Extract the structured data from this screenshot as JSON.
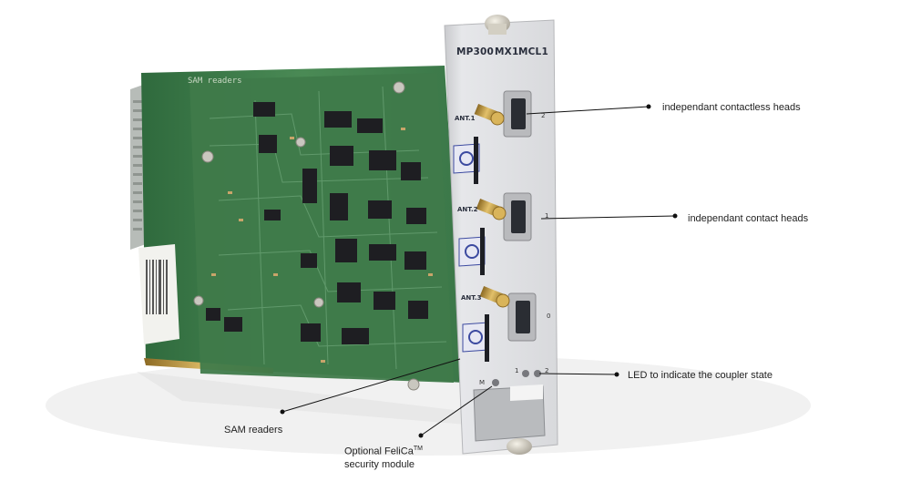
{
  "panel": {
    "model_label": "MP300",
    "mx_label": "MX1",
    "mcl_label": "MCL1",
    "ant_labels": [
      "ANT.1",
      "ANT.2",
      "ANT.3"
    ],
    "port_numbers": [
      "2",
      "1",
      "0"
    ],
    "led_numbers": [
      "1",
      "2"
    ],
    "m_label": "M"
  },
  "pcb": {
    "silkscreen_label": "SAM readers"
  },
  "callouts": {
    "contactless": "independant contactless heads",
    "contact": "independant contact heads",
    "led": "LED to indicate the coupler state",
    "sam": "SAM readers",
    "felica_line1": "Optional FeliCa",
    "felica_tm": "TM",
    "felica_line2": "security module"
  },
  "colors": {
    "pcb_green": "#3f7a4a",
    "panel_grey": "#dcdde0",
    "gold": "#c9a24a"
  }
}
